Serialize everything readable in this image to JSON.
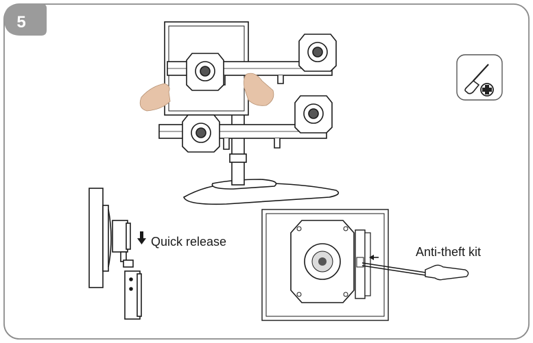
{
  "step": {
    "number": "5"
  },
  "labels": {
    "quick_release": "Quick release",
    "anti_theft": "Anti-theft kit"
  },
  "icons": {
    "tool_badge": "screwdriver-plus-icon",
    "arrow_down": "down-arrow-icon",
    "arrow_left": "left-arrow-icon"
  },
  "colors": {
    "panel_border": "#8a8a8a",
    "badge_fill": "#9b9b9b",
    "line": "#1a1a1a",
    "hand": "#e6c3a8"
  }
}
